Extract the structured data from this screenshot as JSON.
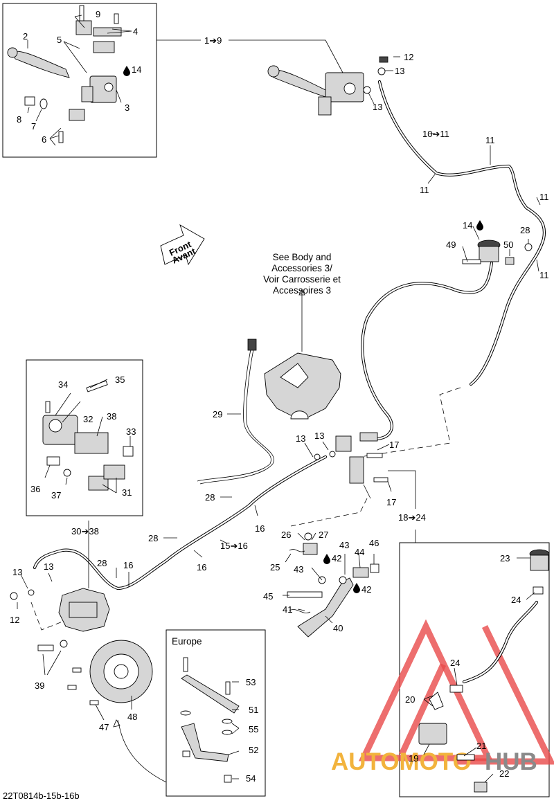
{
  "callouts": {
    "c1": "1➔9",
    "c2": "2",
    "c3": "3",
    "c4": "4",
    "c5": "5",
    "c6": "6",
    "c7": "7",
    "c8": "8",
    "c9": "9",
    "c10": "10➔11",
    "c11a": "11",
    "c11b": "11",
    "c11c": "11",
    "c11d": "11",
    "c12a": "12",
    "c12b": "12",
    "c13a": "13",
    "c13b": "13",
    "c13c": "13",
    "c13d": "13",
    "c13e": "13",
    "c13f": "13",
    "c14a": "14",
    "c14b": "14",
    "c15": "15➔16",
    "c16a": "16",
    "c16b": "16",
    "c16c": "16",
    "c17a": "17",
    "c17b": "17",
    "c18": "18➔24",
    "c19": "19",
    "c20": "20",
    "c21": "21",
    "c22": "22",
    "c23": "23",
    "c24a": "24",
    "c24b": "24",
    "c25": "25",
    "c26": "26",
    "c27": "27",
    "c28a": "28",
    "c28b": "28",
    "c28c": "28",
    "c28d": "28",
    "c29": "29",
    "c30": "30➔38",
    "c31": "31",
    "c32": "32",
    "c33": "33",
    "c34": "34",
    "c35": "35",
    "c36": "36",
    "c37": "37",
    "c38": "38",
    "c39": "39",
    "c40": "40",
    "c41": "41",
    "c42a": "42",
    "c42b": "42",
    "c43a": "43",
    "c43b": "43",
    "c44": "44",
    "c45": "45",
    "c46": "46",
    "c47": "47",
    "c48": "48",
    "c49": "49",
    "c50": "50",
    "c51": "51",
    "c52": "52",
    "c53": "53",
    "c54": "54",
    "c55": "55"
  },
  "note_lines": [
    "See Body and",
    "Accessories 3/",
    "Voir Carrosserie et",
    "Accessoires 3"
  ],
  "front_arrow": [
    "Front",
    "Avant"
  ],
  "europe_title": "Europe",
  "figure_code": "22T0814b-15b-16b",
  "watermark": {
    "left": "AUTOMOTO",
    "right": "HUB",
    "left_color": "#f2b33d",
    "right_color": "#8a8a8a",
    "triangle_color": "#e84a4a"
  },
  "icons": {
    "fluid_drop": "drop-icon",
    "direction": "front-arrow-icon"
  }
}
